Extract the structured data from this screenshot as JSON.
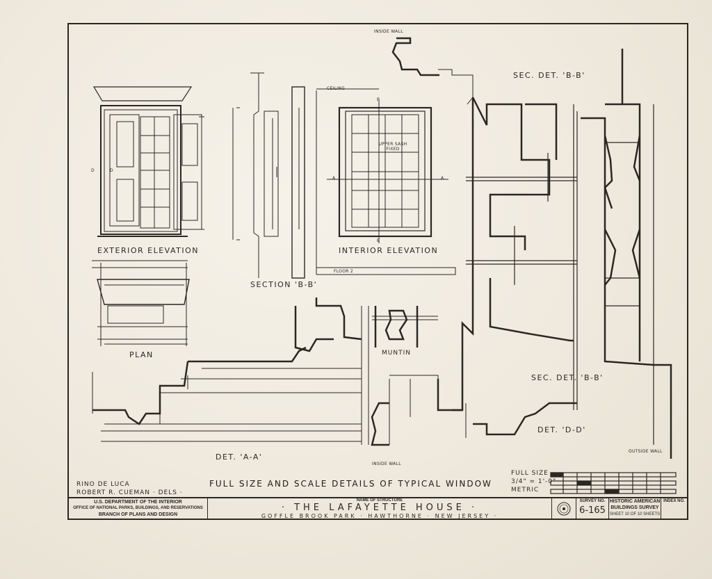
{
  "drawing": {
    "labels": {
      "exterior_elevation": "EXTERIOR ELEVATION",
      "plan": "PLAN",
      "section_bb": "SECTION 'B-B'",
      "interior_elevation": "INTERIOR ELEVATION",
      "sec_det_bb_top": "SEC. DET. 'B-B'",
      "sec_det_bb_mid": "SEC. DET. 'B-B'",
      "det_dd": "DET. 'D-D'",
      "det_aa": "DET. 'A-A'",
      "muntin": "MUNTIN",
      "inside_wall_top": "INSIDE WALL",
      "inside_wall_bottom": "INSIDE WALL",
      "outside_wall": "OUTSIDE WALL",
      "ceiling": "CEILING",
      "floor": "FLOOR 2",
      "upper_sash_fixed": "UPPER SASH FIXED",
      "marker_a_left": "A",
      "marker_a_right": "A",
      "marker_b_top": "B",
      "marker_b_bottom": "B",
      "marker_d_left": "D",
      "marker_d_right": "D"
    },
    "main_title": "FULL SIZE AND SCALE DETAILS OF TYPICAL WINDOW",
    "delineators": {
      "line1": "RINO DE LUCA",
      "line2": "ROBERT R. CUEMAN · DELS ·"
    },
    "scale": {
      "full_size": "FULL SIZE",
      "ratio": "3/4\" = 1'-0\"",
      "metric": "METRIC"
    }
  },
  "title_block": {
    "agency_line1": "U.S. DEPARTMENT OF THE INTERIOR",
    "agency_line2": "OFFICE OF NATIONAL PARKS, BUILDINGS, AND RESERVATIONS",
    "agency_line3": "BRANCH OF PLANS AND DESIGN",
    "name_of_structure_label": "NAME OF STRUCTURE",
    "structure_name": "· THE LAFAYETTE HOUSE ·",
    "location": "GOFFLE BROOK PARK · HAWTHORNE · NEW JERSEY ·",
    "survey_no_label": "SURVEY NO.",
    "survey_no": "6-165",
    "habs_line1": "HISTORIC AMERICAN",
    "habs_line2": "BUILDINGS SURVEY",
    "sheet_info": "SHEET 10 OF 10 SHEETS",
    "index_no_label": "INDEX NO."
  }
}
